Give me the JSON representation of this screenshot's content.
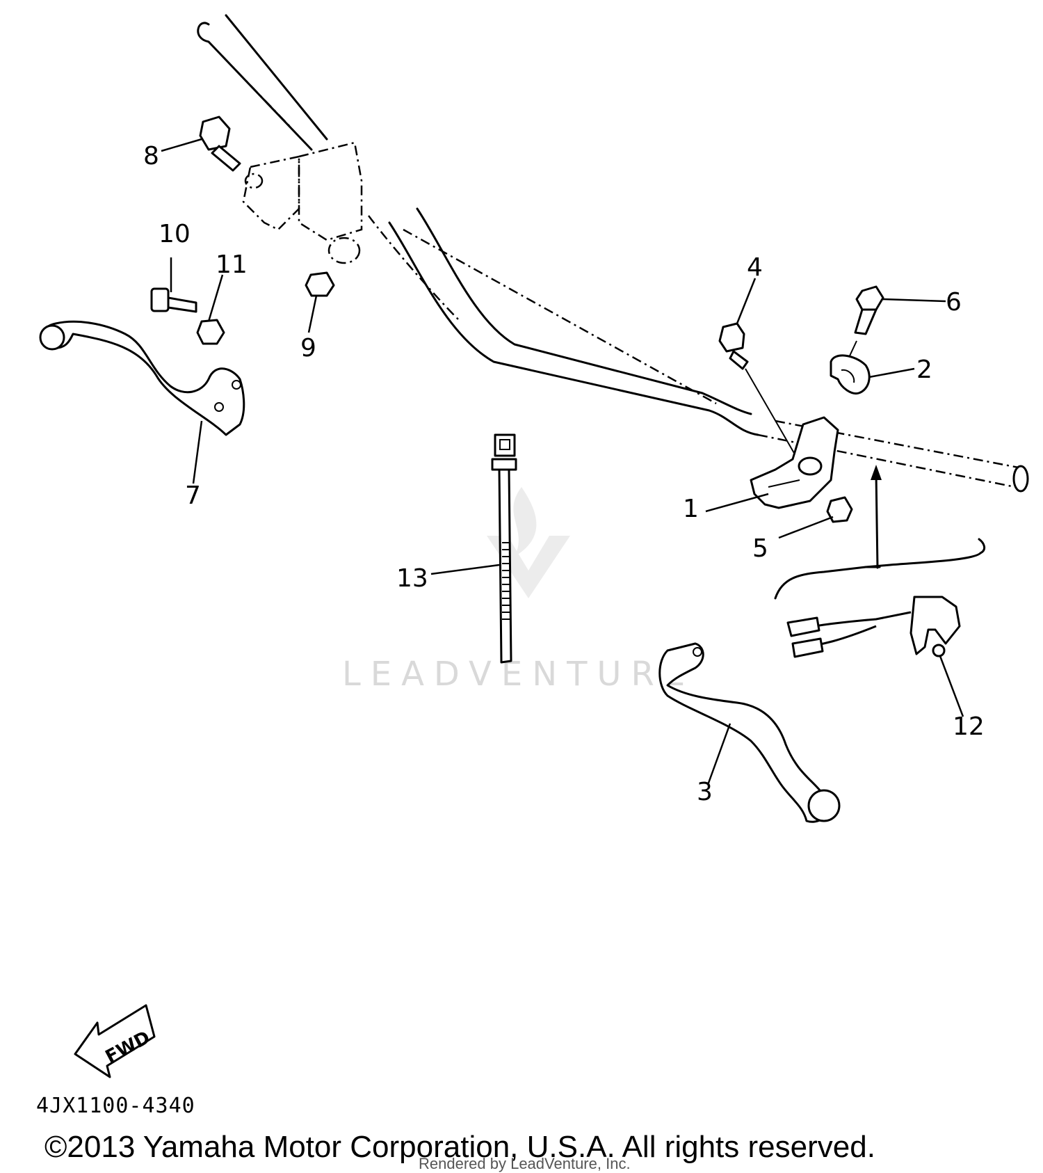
{
  "diagram": {
    "callouts": [
      "1",
      "2",
      "3",
      "4",
      "5",
      "6",
      "7",
      "8",
      "9",
      "10",
      "11",
      "12",
      "13"
    ],
    "direction_arrow_label": "FWD",
    "watermark": "LEADVENTURE"
  },
  "footer": {
    "part_code": "4JX1100-4340",
    "copyright": "©2013 Yamaha Motor Corporation, U.S.A. All rights reserved.",
    "rendered_by": "Rendered by LeadVenture, Inc."
  }
}
